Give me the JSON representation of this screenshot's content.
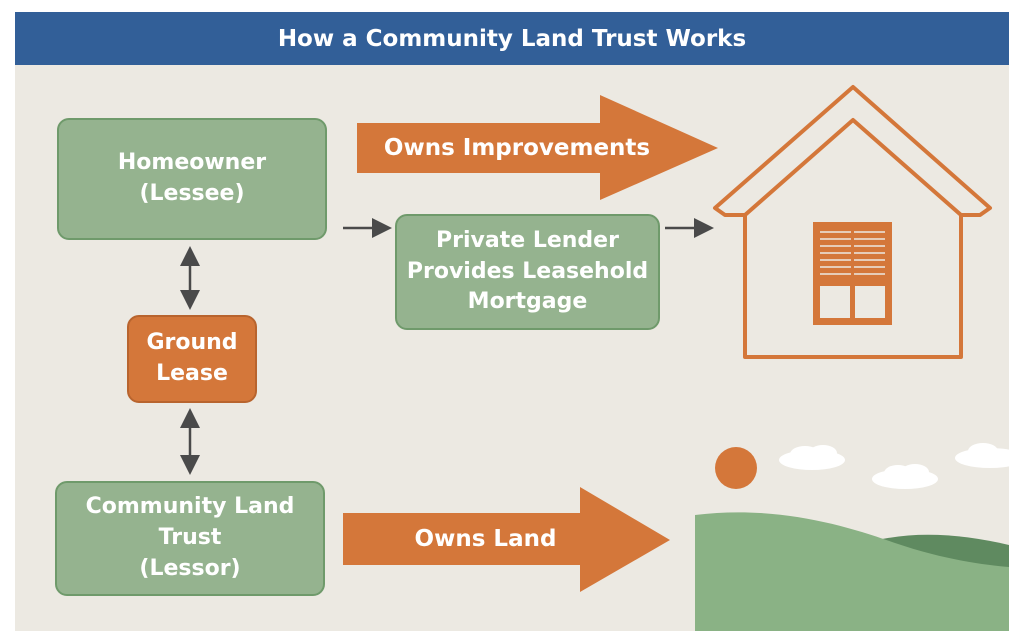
{
  "title": "How a Community Land Trust Works",
  "nodes": {
    "homeowner": {
      "line1": "Homeowner",
      "line2": "(Lessee)"
    },
    "lender": {
      "line1": "Private Lender",
      "line2": "Provides Leasehold",
      "line3": "Mortgage"
    },
    "ground_lease": {
      "line1": "Ground",
      "line2": "Lease"
    },
    "clt": {
      "line1": "Community Land",
      "line2": "Trust",
      "line3": "(Lessor)"
    }
  },
  "arrows": {
    "owns_improvements": "Owns Improvements",
    "owns_land": "Owns Land"
  },
  "colors": {
    "header": "#325f98",
    "background": "#ece9e2",
    "green": "#95b38f",
    "orange": "#d4773a"
  }
}
